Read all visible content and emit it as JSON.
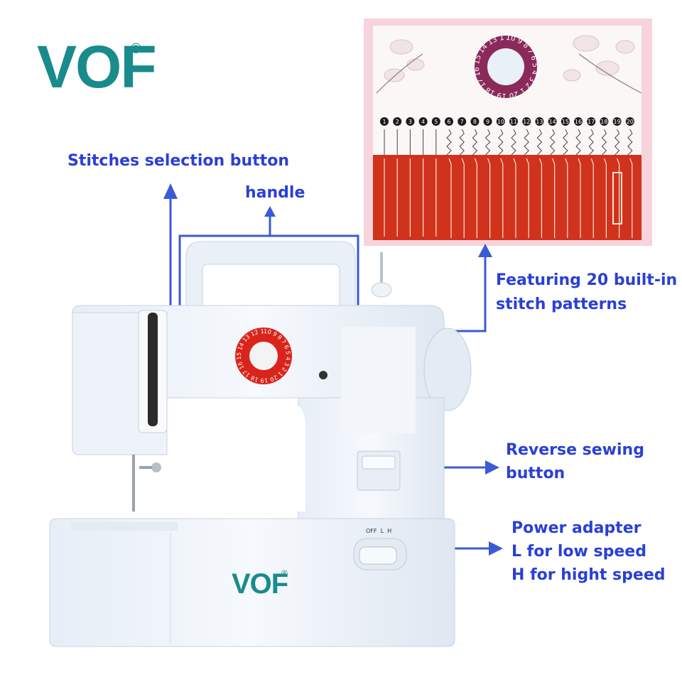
{
  "brand": {
    "logo_text": "VOF",
    "registered_mark": "®",
    "brand_color": "#1a8b8c"
  },
  "annotations": {
    "stitch_selection": "Stitches selection button",
    "handle": "handle",
    "patterns_line1": "Featuring 20 built-in",
    "patterns_line2": "stitch patterns",
    "reverse_line1": "Reverse sewing",
    "reverse_line2": "button",
    "power_line1": "Power adapter",
    "power_line2": "L for low speed",
    "power_line3": "H for hight speed",
    "label_color": "#2a3fd6"
  },
  "machine": {
    "dial_numbers": "10 9 8 7 6 5 4 3 2 1 20 19 18 17 16 15 14 13 12 11",
    "switch_labels": "OFF  L  H",
    "body_logo": "VOF",
    "body_reg": "®"
  },
  "stitch_numbers": [
    "1",
    "2",
    "3",
    "4",
    "5",
    "6",
    "7",
    "8",
    "9",
    "10",
    "11",
    "12",
    "13",
    "14",
    "15",
    "16",
    "17",
    "18",
    "19",
    "20"
  ],
  "colors": {
    "panel_pink": "#f7d3db",
    "fabric_red": "#d1321c",
    "dial_red": "#d9241c",
    "dial_purple": "#8a2a5a"
  }
}
